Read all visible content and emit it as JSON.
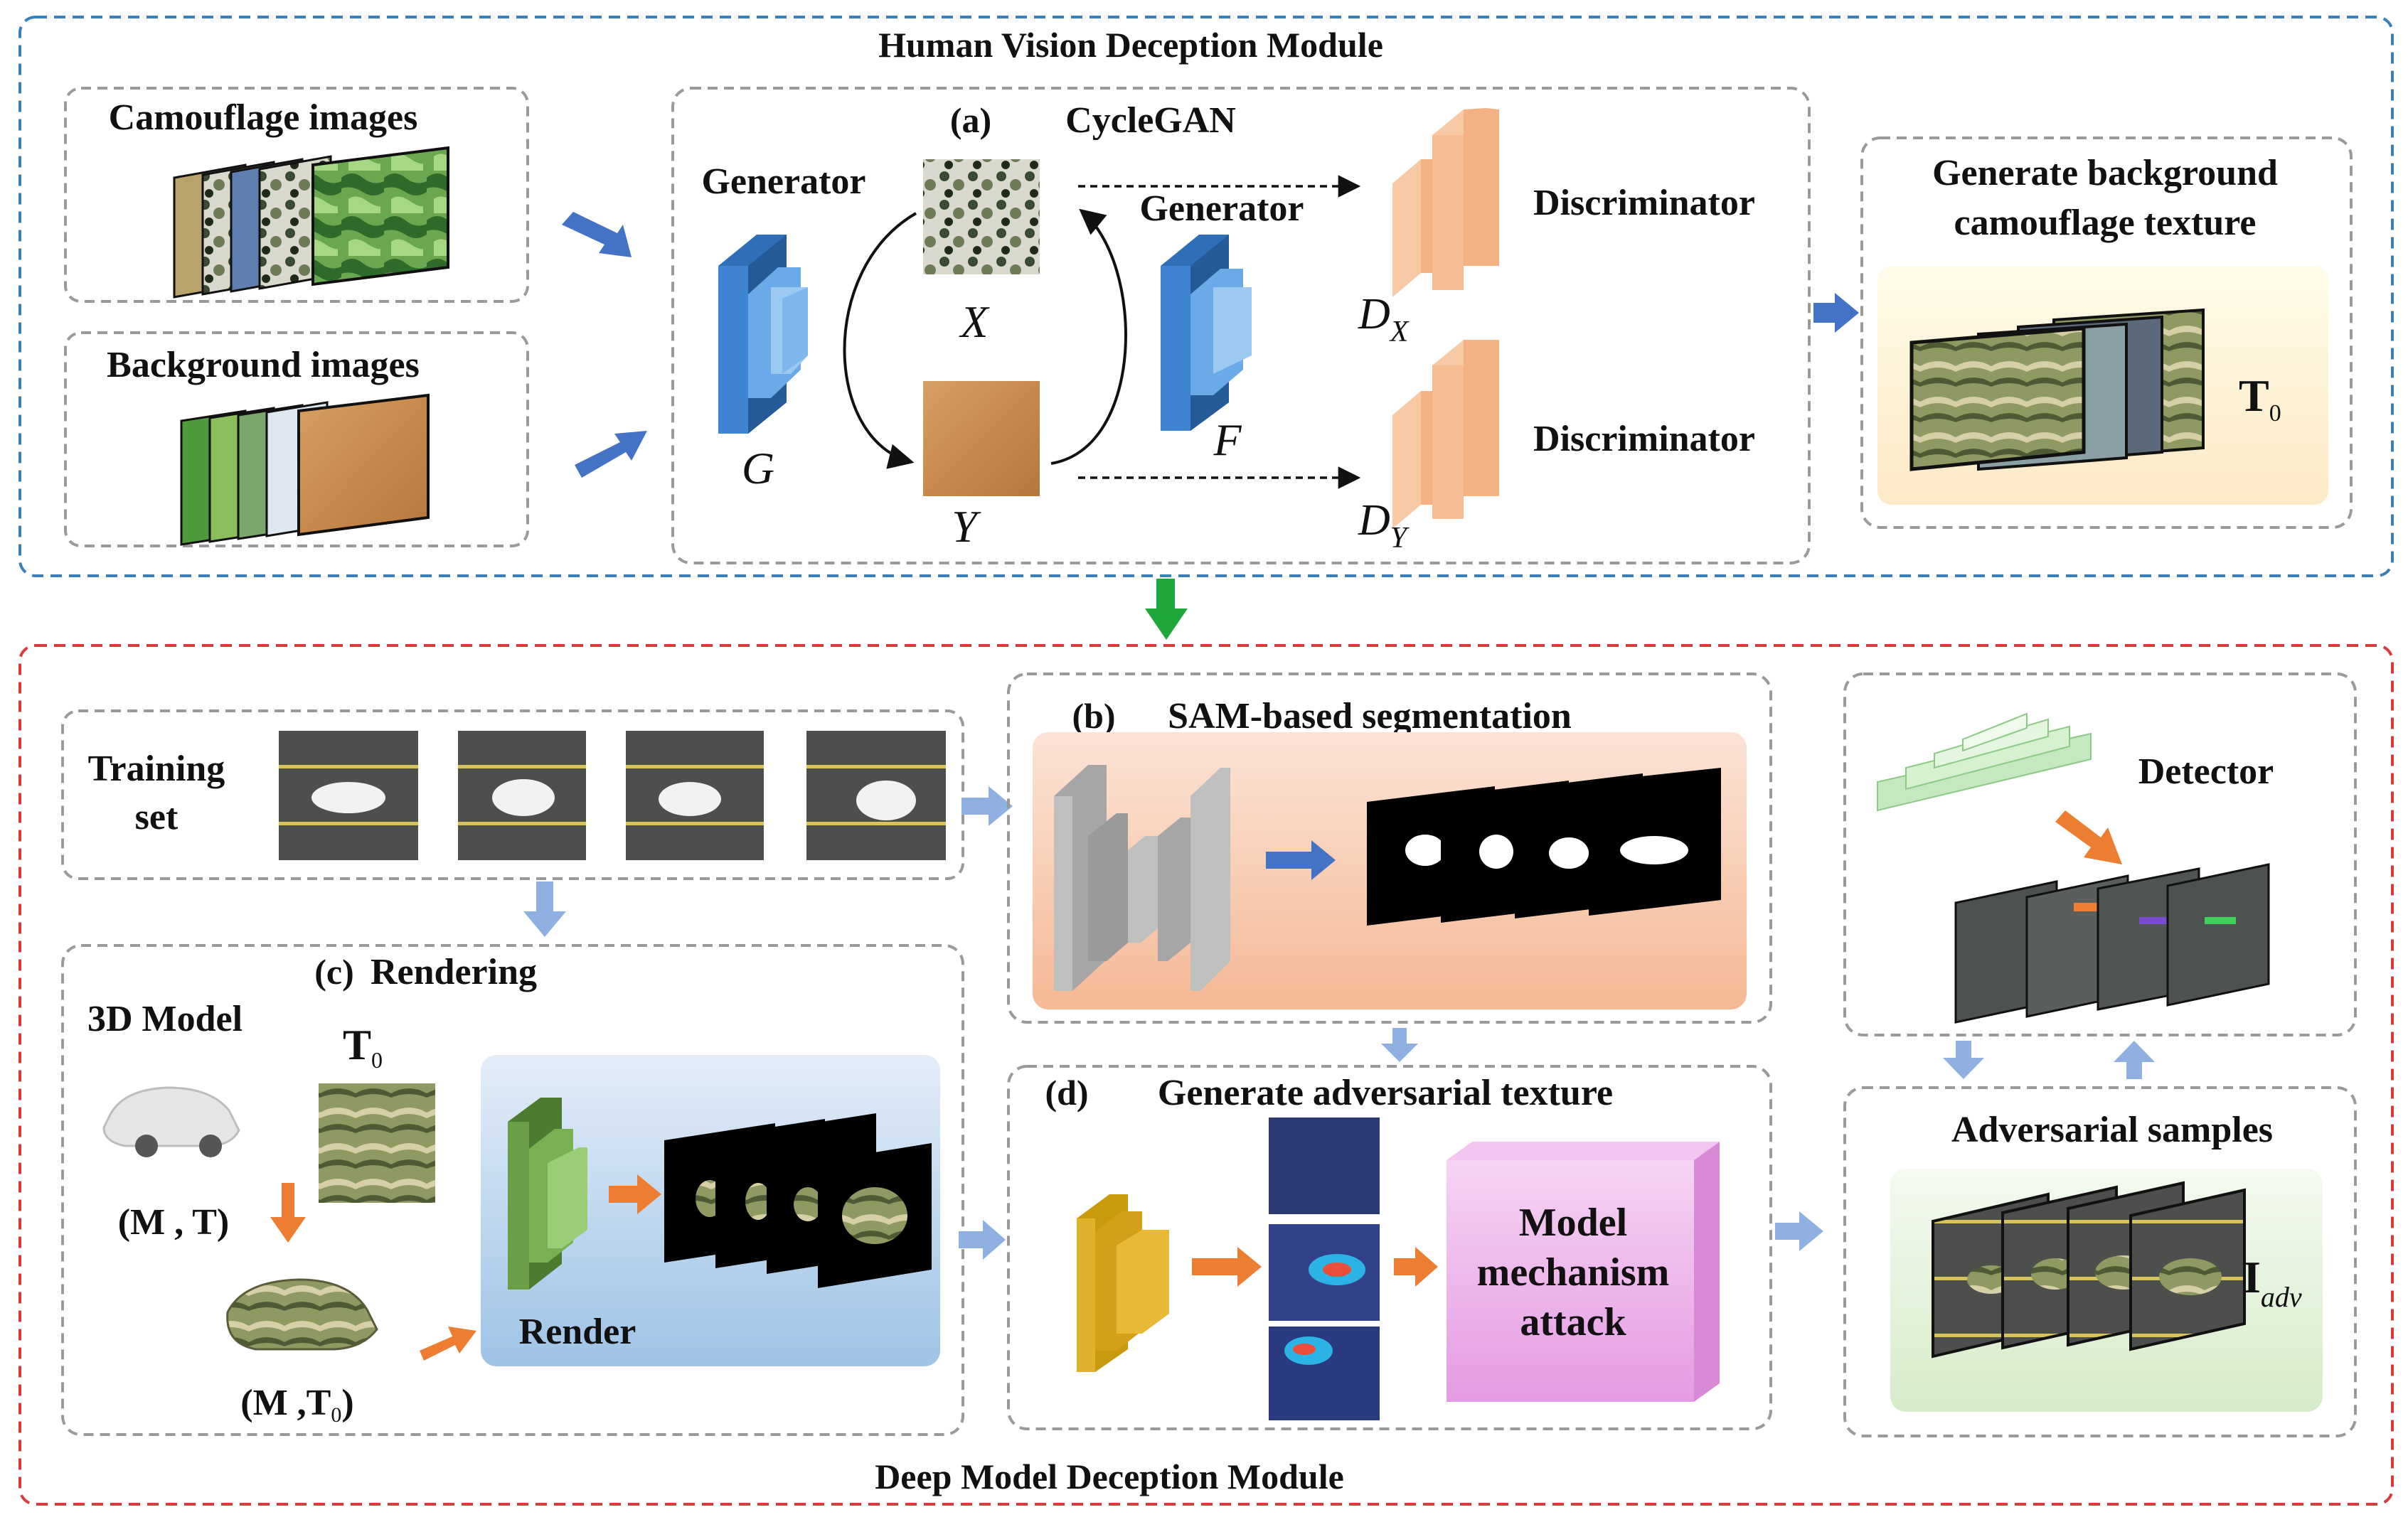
{
  "modules": {
    "top_title": "Human Vision Deception Module",
    "bottom_title": "Deep Model Deception Module"
  },
  "inputs": {
    "camouflage": "Camouflage images",
    "background": "Background images"
  },
  "cyclegan": {
    "tag": "(a)",
    "title": "CycleGAN",
    "generator_left": "Generator",
    "generator_right": "Generator",
    "g_symbol": "G",
    "f_symbol": "F",
    "x_symbol": "X",
    "y_symbol": "Y",
    "discriminator_top": "Discriminator",
    "discriminator_bottom": "Discriminator",
    "dx_main": "D",
    "dx_sub": "X",
    "dy_main": "D",
    "dy_sub": "Y"
  },
  "generate_texture": {
    "line1": "Generate  background",
    "line2": "camouflage texture",
    "t_main": "T",
    "t_sub": "0"
  },
  "training": {
    "line1": "Training",
    "line2": "set"
  },
  "sam": {
    "tag": "(b)",
    "title": "SAM-based segmentation"
  },
  "rendering": {
    "tag": "(c)",
    "title": "Rendering",
    "model3d": "3D Model",
    "t0_main": "T",
    "t0_sub": "0",
    "mt": "(M , T)",
    "mt0_main": "(M ,T",
    "mt0_sub": "0",
    "mt0_close": ")",
    "render": "Render"
  },
  "adversarial": {
    "tag": "(d)",
    "title": "Generate adversarial texture",
    "attack_line1": "Model",
    "attack_line2": "mechanism",
    "attack_line3": "attack"
  },
  "detector": {
    "label": "Detector"
  },
  "samples": {
    "title": "Adversarial samples",
    "i_main": "I",
    "i_sub": "adv"
  },
  "colors": {
    "top_border": "#3b7fb8",
    "bottom_border": "#d93b3b",
    "blue_arrow": "#4472c4",
    "light_blue_arrow": "#8fb0e0",
    "orange_arrow": "#ed7d31",
    "green_arrow": "#1ea83c",
    "generator_blue": "#3f7fc8",
    "discriminator_orange": "#f4b183",
    "render_green": "#5a8a3a",
    "adv_yellow": "#d4a017",
    "sam_gray": "#a6a6a6",
    "detector_green": "#c6e8c0",
    "attack_pink": "#e9a6e6"
  }
}
